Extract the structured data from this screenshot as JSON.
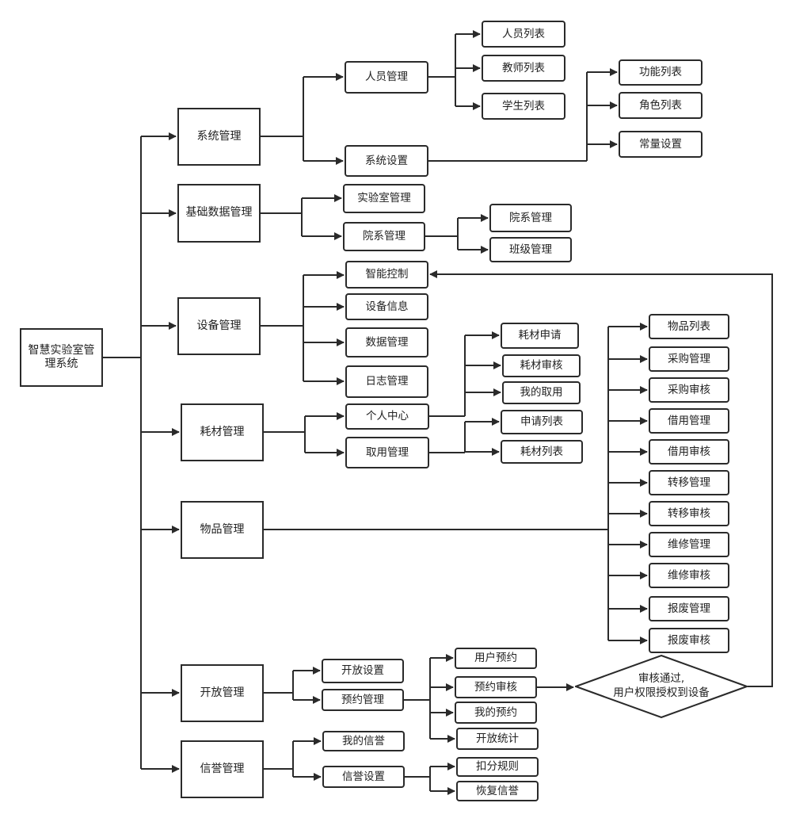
{
  "root": "智慧实验室管理系统",
  "modules": {
    "system": "系统管理",
    "basic_data": "基础数据管理",
    "device": "设备管理",
    "consumable": "耗材管理",
    "item": "物品管理",
    "open": "开放管理",
    "credit": "信誉管理"
  },
  "system": {
    "personnel": "人员管理",
    "personnel_children": [
      "人员列表",
      "教师列表",
      "学生列表"
    ],
    "settings": "系统设置",
    "settings_children": [
      "功能列表",
      "角色列表",
      "常量设置"
    ]
  },
  "basic_data": {
    "lab": "实验室管理",
    "department": "院系管理",
    "department_children": [
      "院系管理",
      "班级管理"
    ]
  },
  "device": {
    "children": [
      "智能控制",
      "设备信息",
      "数据管理",
      "日志管理"
    ]
  },
  "consumable": {
    "personal_center": "个人中心",
    "personal_children": [
      "耗材申请",
      "耗材审核",
      "我的取用"
    ],
    "take": "取用管理",
    "take_children": [
      "申请列表",
      "耗材列表"
    ]
  },
  "item": {
    "children": [
      "物品列表",
      "采购管理",
      "采购审核",
      "借用管理",
      "借用审核",
      "转移管理",
      "转移审核",
      "维修管理",
      "维修审核",
      "报废管理",
      "报废审核"
    ]
  },
  "open": {
    "settings": "开放设置",
    "reservation": "预约管理",
    "reservation_children": [
      "用户预约",
      "预约审核",
      "我的预约",
      "开放统计"
    ],
    "decision_line1": "审核通过,",
    "decision_line2": "用户权限授权到设备"
  },
  "credit": {
    "mine": "我的信誉",
    "settings": "信誉设置",
    "settings_children": [
      "扣分规则",
      "恢复信誉"
    ]
  }
}
